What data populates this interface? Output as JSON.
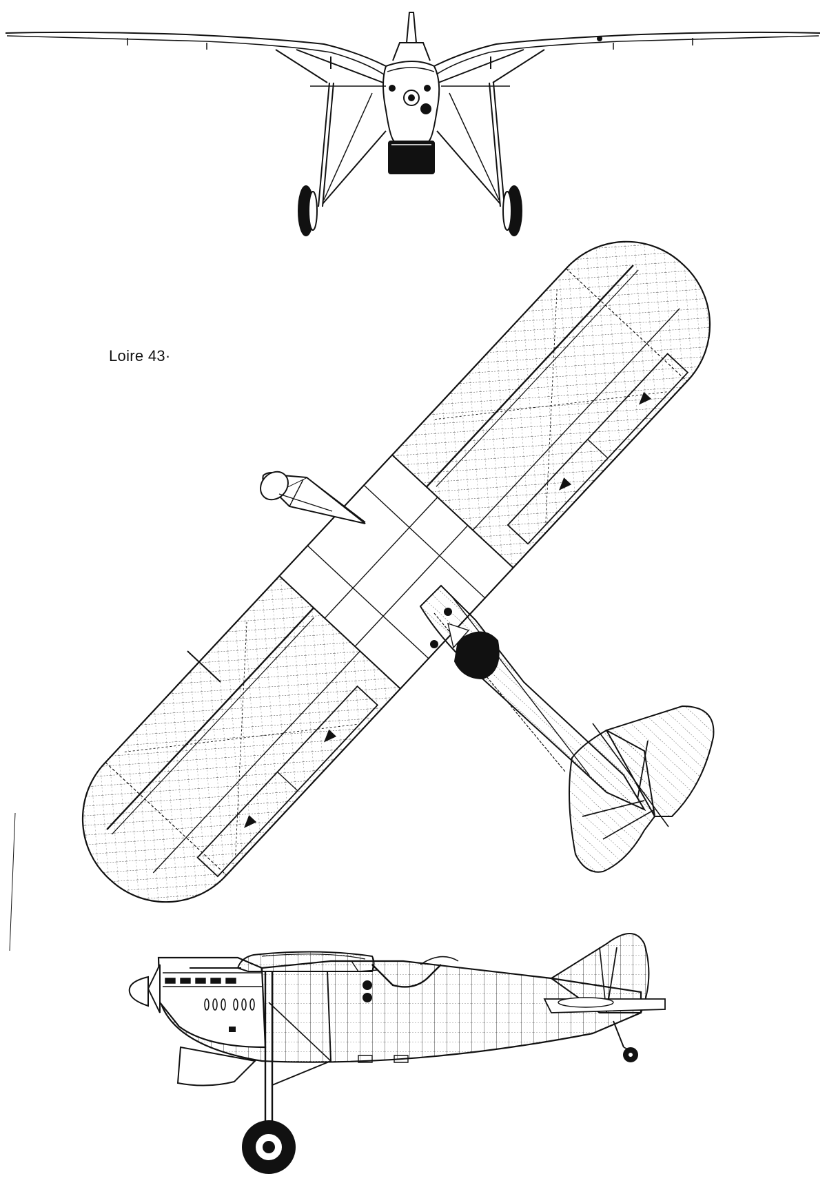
{
  "drawing": {
    "title": "Loire 43·",
    "ink_color": "#111111",
    "paper_color": "#ffffff",
    "views": [
      "front-view",
      "plan-view",
      "side-view"
    ]
  }
}
